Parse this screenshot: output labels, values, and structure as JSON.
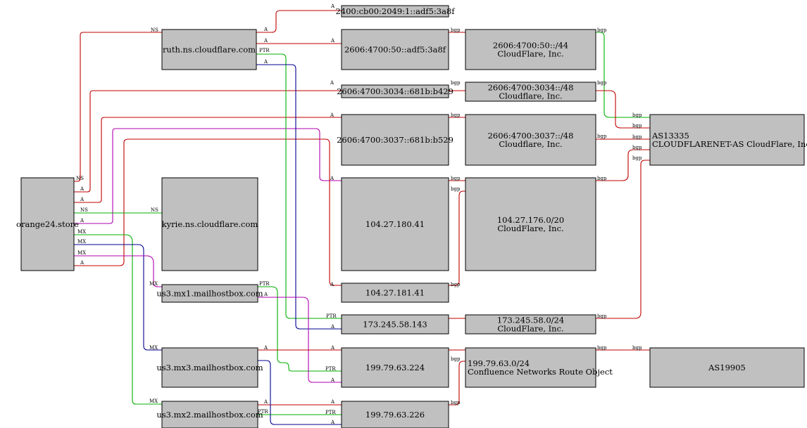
{
  "colors": {
    "red": "#c00000",
    "green": "#00b000",
    "blue": "#000090",
    "magenta": "#b000b0",
    "node_fill": "#c0c0c0",
    "node_stroke": "#000000"
  },
  "nodes": {
    "orange24": {
      "lines": [
        "orange24.store"
      ]
    },
    "ruth": {
      "lines": [
        "ruth.ns.cloudflare.com"
      ]
    },
    "kyrie": {
      "lines": [
        "kyrie.ns.cloudflare.com"
      ]
    },
    "mx1": {
      "lines": [
        "us3.mx1.mailhostbox.com"
      ]
    },
    "mx3": {
      "lines": [
        "us3.mx3.mailhostbox.com"
      ]
    },
    "mx2": {
      "lines": [
        "us3.mx2.mailhostbox.com"
      ]
    },
    "ip6_ruth_a": {
      "lines": [
        "2400:cb00:2049:1::adf5:3a8f"
      ]
    },
    "ip6_ruth_b": {
      "lines": [
        "2606:4700:50::adf5:3a8f"
      ]
    },
    "ip6_b429": {
      "lines": [
        "2606:4700:3034::681b:b429"
      ]
    },
    "ip6_b529": {
      "lines": [
        "2606:4700:3037::681b:b529"
      ]
    },
    "ip4_180": {
      "lines": [
        "104.27.180.41"
      ]
    },
    "ip4_181": {
      "lines": [
        "104.27.181.41"
      ]
    },
    "ip4_173": {
      "lines": [
        "173.245.58.143"
      ]
    },
    "ip4_224": {
      "lines": [
        "199.79.63.224"
      ]
    },
    "ip4_226": {
      "lines": [
        "199.79.63.226"
      ]
    },
    "net_50": {
      "lines": [
        "2606:4700:50::/44",
        "CloudFlare, Inc."
      ]
    },
    "net_3034": {
      "lines": [
        "2606:4700:3034::/48",
        "Cloudflare, Inc."
      ]
    },
    "net_3037": {
      "lines": [
        "2606:4700:3037::/48",
        "Cloudflare, Inc."
      ]
    },
    "net_104": {
      "lines": [
        "104.27.176.0/20",
        "CloudFlare, Inc."
      ]
    },
    "net_173": {
      "lines": [
        "173.245.58.0/24",
        "CloudFlare, Inc."
      ]
    },
    "net_199": {
      "lines": [
        "199.79.63.0/24",
        "Confluence Networks Route Object"
      ]
    },
    "as13335": {
      "lines": [
        "AS13335",
        "CLOUDFLARENET-AS CloudFlare, Inc."
      ]
    },
    "as19905": {
      "lines": [
        "AS19905"
      ]
    }
  },
  "edge_labels": {
    "ns": "NS",
    "a": "A",
    "mx": "MX",
    "ptr": "PTR",
    "bgp": "bgp"
  }
}
